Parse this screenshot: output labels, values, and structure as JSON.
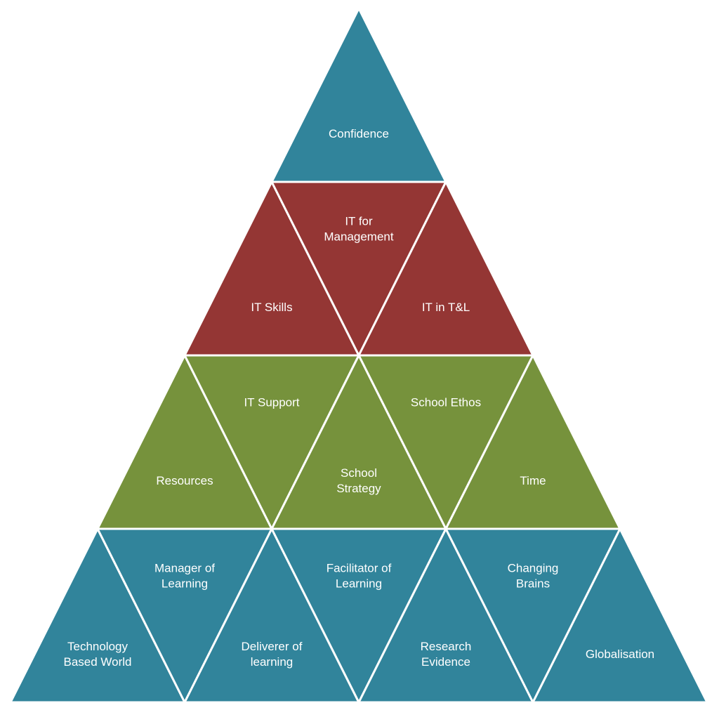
{
  "colors": {
    "teal": "#31849B",
    "red": "#943634",
    "green": "#76923C",
    "text": "#FFFFFF",
    "border": "#FFFFFF"
  },
  "tiers": [
    {
      "name": "top",
      "color": "teal",
      "cells": [
        {
          "label": [
            "Confidence"
          ]
        }
      ]
    },
    {
      "name": "second",
      "color": "red",
      "cells": [
        {
          "label": [
            "IT Skills"
          ]
        },
        {
          "label": [
            "IT for",
            "Management"
          ]
        },
        {
          "label": [
            "IT in T&L"
          ]
        }
      ]
    },
    {
      "name": "third",
      "color": "green",
      "cells": [
        {
          "label": [
            "Resources"
          ]
        },
        {
          "label": [
            "IT Support"
          ]
        },
        {
          "label": [
            "School",
            "Strategy"
          ]
        },
        {
          "label": [
            "School Ethos"
          ]
        },
        {
          "label": [
            "Time"
          ]
        }
      ]
    },
    {
      "name": "base",
      "color": "teal",
      "cells": [
        {
          "label": [
            "Technology",
            "Based World"
          ]
        },
        {
          "label": [
            "Manager of",
            "Learning"
          ]
        },
        {
          "label": [
            "Deliverer of",
            "learning"
          ]
        },
        {
          "label": [
            "Facilitator of",
            "Learning"
          ]
        },
        {
          "label": [
            "Research",
            "Evidence"
          ]
        },
        {
          "label": [
            "Changing",
            "Brains"
          ]
        },
        {
          "label": [
            "Globalisation"
          ]
        }
      ]
    }
  ]
}
